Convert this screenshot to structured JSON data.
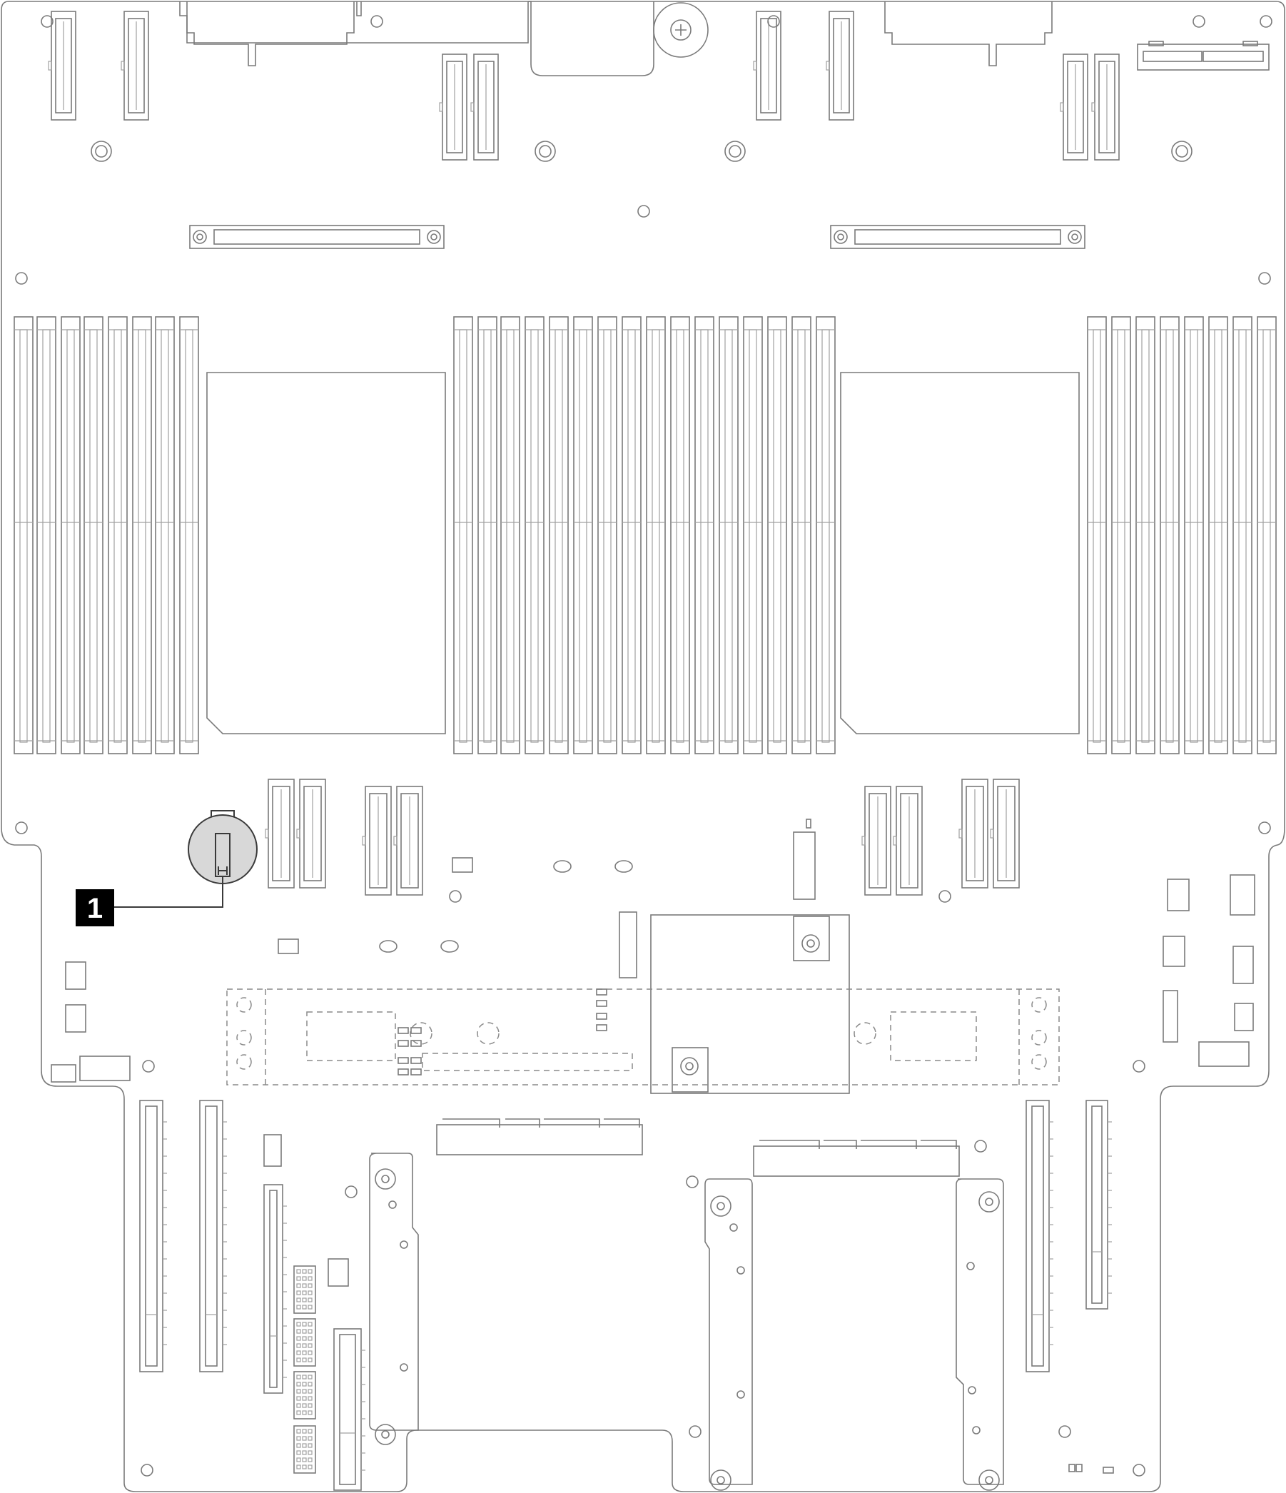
{
  "callouts": [
    {
      "id": "1",
      "label": "1",
      "target": "cmos-battery"
    }
  ],
  "colors": {
    "line": "#7a7a7a",
    "callout_bg": "#000000",
    "callout_text": "#ffffff",
    "battery_fill": "#d8d8d8"
  }
}
